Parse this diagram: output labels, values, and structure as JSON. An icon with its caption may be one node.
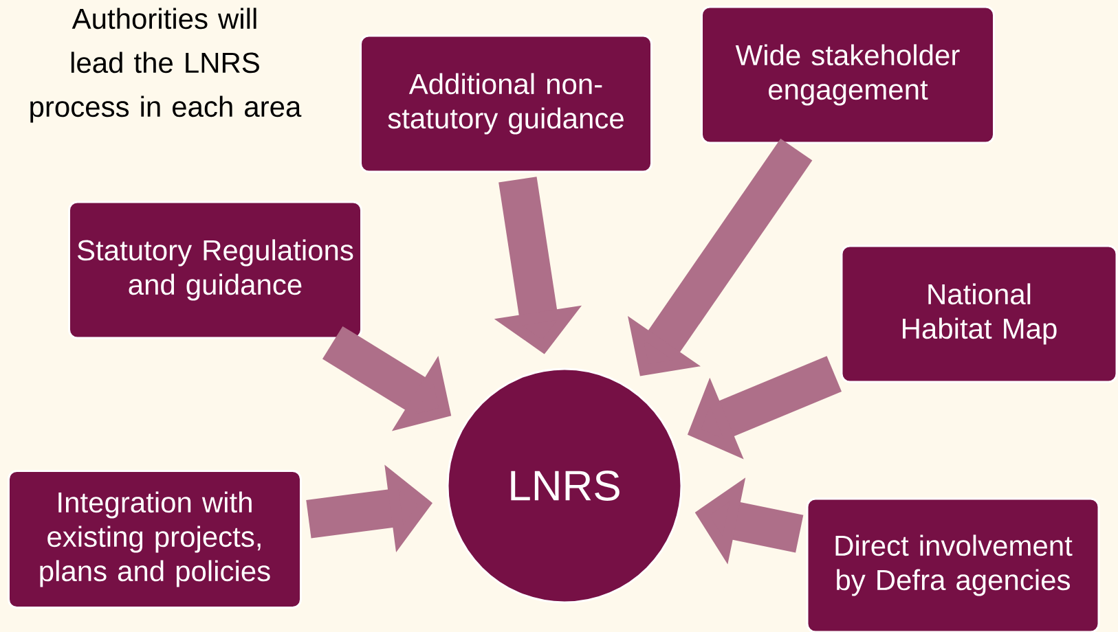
{
  "diagram": {
    "nodes": [
      {
        "text": [
          "Additional non-statutory guidance"
        ]
      },
      {
        "text": [
          "Wide stakeholder engagement"
        ]
      },
      {
        "text": [
          "Statutory Regulations and guidance"
        ]
      },
      {
        "text": [
          "National Habitat Map"
        ]
      },
      {
        "text": [
          "Integration with existing projects, plans and policies"
        ]
      },
      {
        "text": [
          "Direct involvement by Defra agencies"
        ]
      },
      {
        "text": [
          "LNRS"
        ]
      }
    ],
    "edges": [
      {
        "from": 0,
        "to": 6,
        "arrow": "to"
      },
      {
        "from": 1,
        "to": 6,
        "arrow": "to"
      },
      {
        "from": 2,
        "to": 6,
        "arrow": "to"
      },
      {
        "from": 3,
        "to": 6,
        "arrow": "to"
      },
      {
        "from": 4,
        "to": 6,
        "arrow": "to"
      },
      {
        "from": 5,
        "to": 6,
        "arrow": "to"
      }
    ],
    "labels": [
      "Authorities will lead the LNRS process in each area"
    ]
  }
}
